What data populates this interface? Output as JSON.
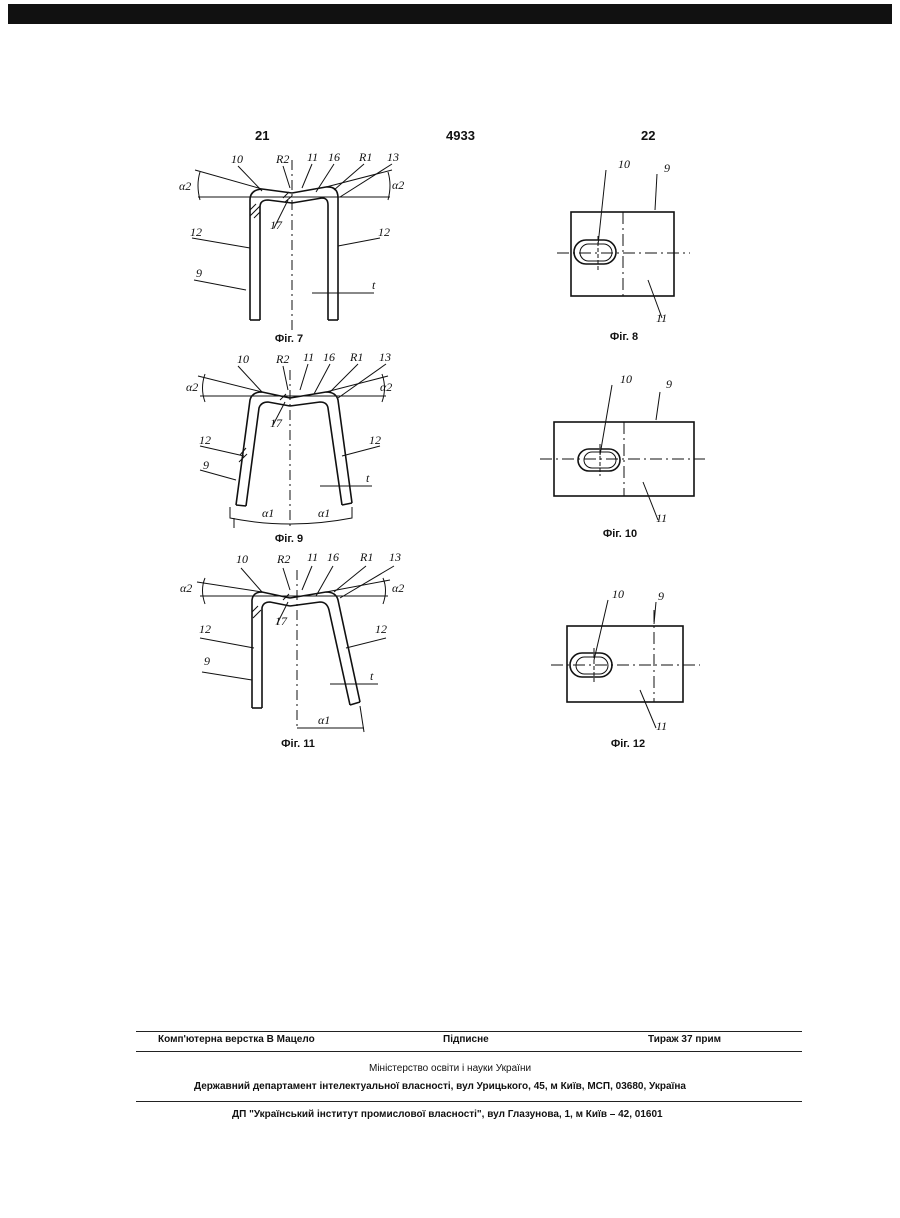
{
  "page": {
    "left_page_number": "21",
    "patent_number": "4933",
    "right_page_number": "22"
  },
  "figures": {
    "fig7": {
      "caption": "Фіг. 7",
      "labels": {
        "ten": "10",
        "r2": "R2",
        "eleven": "11",
        "sixteen": "16",
        "r1": "R1",
        "thirteen": "13",
        "alpha2_left": "α2",
        "alpha2_right": "α2",
        "twelve_left": "12",
        "twelve_right": "12",
        "seventeen": "17",
        "nine": "9",
        "t": "t"
      }
    },
    "fig8": {
      "caption": "Фіг. 8",
      "labels": {
        "ten": "10",
        "nine": "9",
        "eleven": "11"
      }
    },
    "fig9": {
      "caption": "Фіг. 9",
      "labels": {
        "ten": "10",
        "r2": "R2",
        "eleven": "11",
        "sixteen": "16",
        "r1": "R1",
        "thirteen": "13",
        "alpha2_left": "α2",
        "alpha2_right": "α2",
        "twelve_left": "12",
        "twelve_right": "12",
        "seventeen": "17",
        "nine": "9",
        "t": "t",
        "alpha1_left": "α1",
        "alpha1_right": "α1"
      }
    },
    "fig10": {
      "caption": "Фіг. 10",
      "labels": {
        "ten": "10",
        "nine": "9",
        "eleven": "11"
      }
    },
    "fig11": {
      "caption": "Фіг. 11",
      "labels": {
        "ten": "10",
        "r2": "R2",
        "eleven": "11",
        "sixteen": "16",
        "r1": "R1",
        "thirteen": "13",
        "alpha2_left": "α2",
        "alpha2_right": "α2",
        "twelve_left": "12",
        "twelve_right": "12",
        "seventeen": "17",
        "nine": "9",
        "t": "t",
        "alpha1": "α1"
      }
    },
    "fig12": {
      "caption": "Фіг. 12",
      "labels": {
        "ten": "10",
        "nine": "9",
        "eleven": "11"
      }
    }
  },
  "imprint": {
    "layout_by": "Комп'ютерна верстка В  Мацело",
    "signed": "Підписне",
    "circulation": "Тираж 37 прим",
    "ministry": "Міністерство освіти і науки України",
    "department": "Державний департамент інтелектуальної власності, вул  Урицького, 45, м  Київ, МСП, 03680, Україна",
    "institute": "ДП \"Український інститут промислової власності\", вул  Глазунова, 1, м  Київ – 42, 01601"
  }
}
